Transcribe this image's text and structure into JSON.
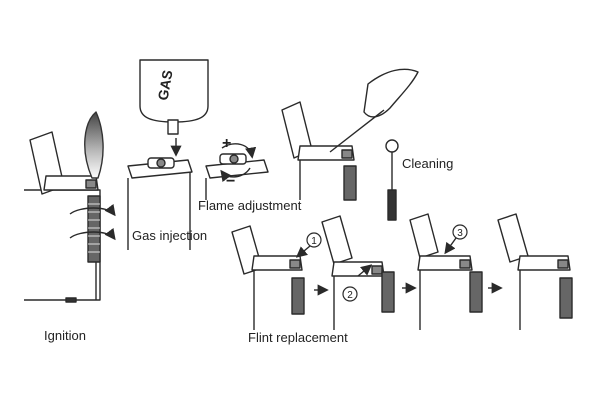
{
  "labels": {
    "ignition": "Ignition",
    "gas_injection": "Gas injection",
    "flame_adjustment": "Flame adjustment",
    "cleaning": "Cleaning",
    "flint_replacement": "Flint replacement"
  },
  "gas_can_text": "GAS",
  "flame_signs": {
    "plus": "+",
    "minus": "−"
  },
  "steps": [
    "1",
    "2",
    "3"
  ],
  "colors": {
    "line": "#2a2a2a",
    "fill": "#ffffff",
    "shade": "#9a9a9a",
    "dark": "#333333"
  }
}
